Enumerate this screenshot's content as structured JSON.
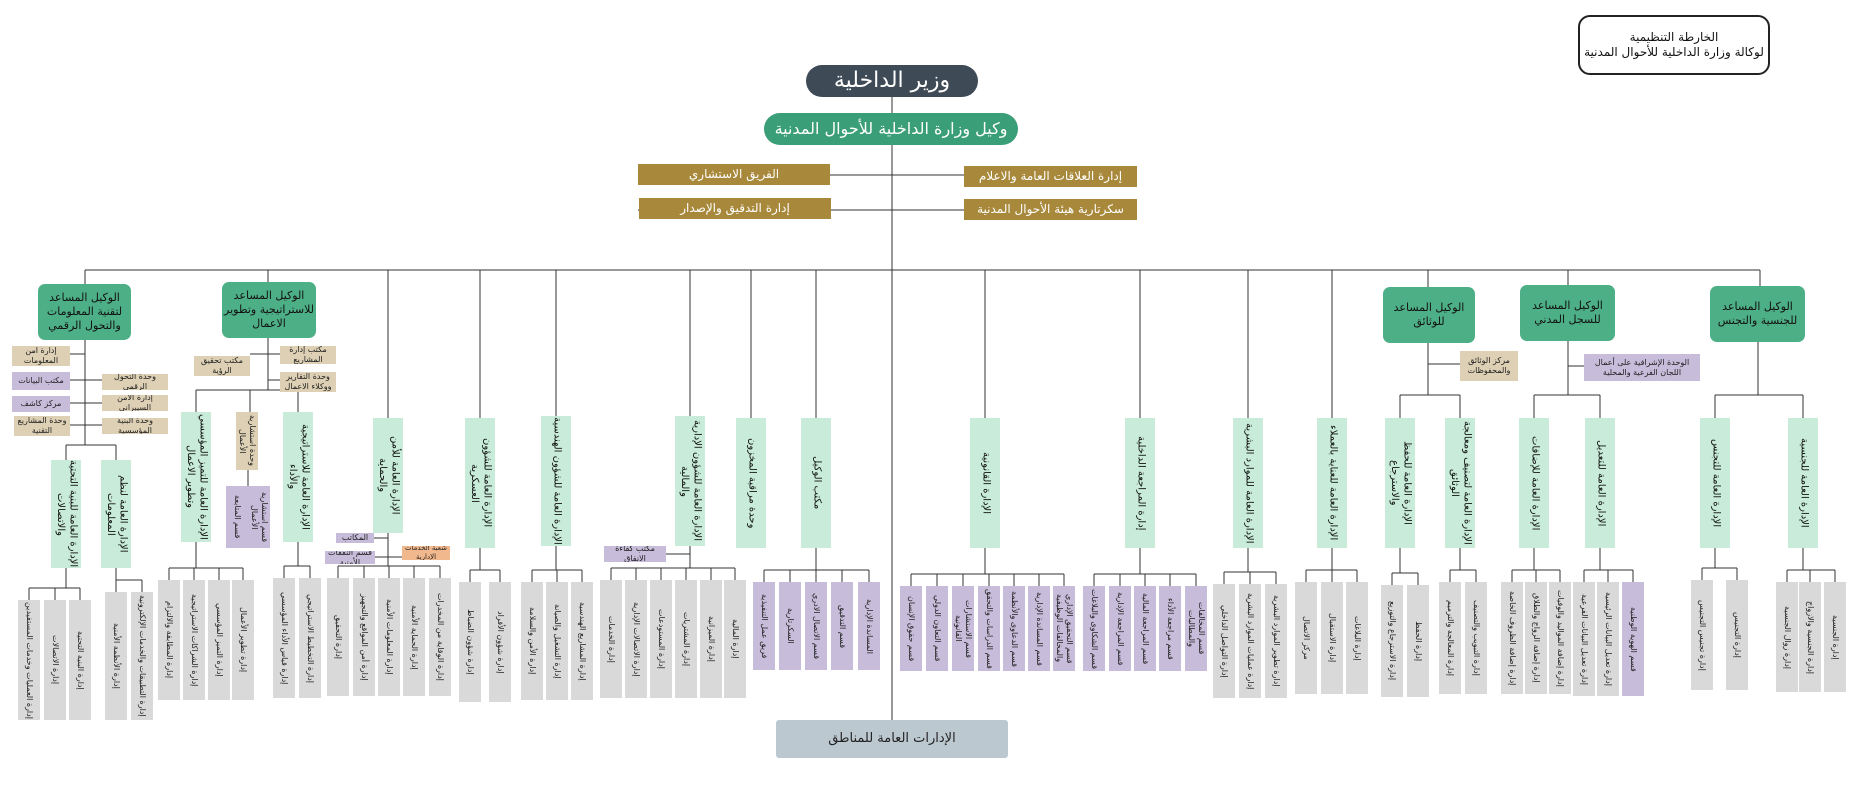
{
  "title_box": {
    "line1": "الخارطة التنظيمية",
    "line2": "لوكالة وزارة الداخلية للأحوال المدنية"
  },
  "minister": "وزير الداخلية",
  "undersecretary": "وكيل وزارة الداخلية للأحوال المدنية",
  "advisory": {
    "right_top": "إدارة العلاقات العامة والاعلام",
    "left_top": "الفريق الاستشاري",
    "right_bottom": "سكرتارية هيئة الأحوال المدنية",
    "left_bottom": "إدارة التدقيق والإصدار"
  },
  "agents": {
    "nationality": "الوكيل المساعد للجنسية والتجنس",
    "civil_registry": "الوكيل المساعد للسجل المدني",
    "documents": "الوكيل المساعد للوثائق",
    "strategy": "الوكيل المساعد للاستراتيجية وتطوير الاعمال",
    "it": "الوكيل المساعد لتقنية المعلومات والتحول الرقمي"
  },
  "units": {
    "supervisory_unit": "الوحدة الإشرافية على أعمال اللجان الفرعية والمحلية",
    "documents_center": "مركز الوثائق والمحفوظات"
  },
  "strategy_units": [
    "مكتب إدارة المشاريع",
    "مكتب تحقيق الرؤية",
    "وحدة التقارير ووكلاء الاعمال"
  ],
  "it_units": [
    "إدارة امن المعلومات",
    "مكتب البيانات",
    "وحدة التحول الرقمي",
    "مركز كاشف",
    "إدارة الأمن السيبراني",
    "وحدة المشاريع التقنية",
    "وحدة البنية المؤسسية"
  ],
  "directorates": {
    "nat1": "الإدارة العامة للجنسية",
    "nat2": "الإدارة العامة للتجنس",
    "civ1": "الإدارة العامة للتعديل",
    "civ2": "الإدارة العامة للإضافات",
    "doc1": "الإدارة العامة لتصنيف ومعالجة الوثائق",
    "doc2": "الإدارة العامة للحفظ والاسترجاع",
    "c1": "الإدارة العامة للعناية بالعملاء",
    "c2": "الإدارة العامة للموارد البشرية",
    "c3": "إدارة المراجعة الداخلية",
    "c4": "الإدارة القانونية",
    "c5": "مكتب الوكيل",
    "c6": "وحدة مراقبة المخزون",
    "c7": "الإدارة العامة للشؤون الإدارية والمالية",
    "c8": "الإدارة العامة للشؤون الهندسية",
    "c9": "الإدارة العامة للشؤون العسكرية",
    "c10": "الإدارة العامة للأمن والحماية",
    "s1": "الإدارة العامة للاستراتيجية والأداء",
    "s2": "الإدارة العامة للتميز المؤسسي وتطوير الاعمال",
    "it1": "الإدارة العامة لنظم المعلومات",
    "it2": "الإدارة العامة للبنية التحتية والاتصالات"
  },
  "small": {
    "s1a": "قسم المتابعة",
    "s1b": "قسم استشارية الأعمال",
    "s2v": "وحدة استشارية الأعمال",
    "sec_aux": "المكاتب",
    "sec_aux2": "شعبة الخدمات الإدارية",
    "sec_aux3": "قسم النفقات الأمنية",
    "fin_aux": "مكتب كفاءة الانفاق"
  },
  "leaves": {
    "nat1": [
      "إدارة الجنسية",
      "إدارة الجنسية والازواج",
      "إدارة زوال الجنسية"
    ],
    "nat2": [
      "إدارة التجنيس",
      "إدارة تجنيس التجنيس"
    ],
    "civ1": [
      "قسم الهوية الوطنية",
      "إدارة تعديل البيانات الرئيسية",
      "إدارة تعديل البيانات الفرعية"
    ],
    "civ2": [
      "إدارة إضافة المواليد والوفيات",
      "إدارة إضافة الزواج والطلاق",
      "إدارة إضافة الظروف الخاصة"
    ],
    "doc1": [
      "إدارة التبويب والتصنيف",
      "إدارة المعالجة والترميم"
    ],
    "doc2": [
      "إدارة الحفظ",
      "إدارة الاسترجاع والتوزيع"
    ],
    "c1": [
      "إدارة البلاغات",
      "إدارة الاستقبال",
      "مركز الاتصال"
    ],
    "c2": [
      "إدارة تطوير الموارد البشرية",
      "إدارة عمليات الموارد البشرية",
      "إدارة التواصل الداخلي"
    ],
    "c3": [
      "قسم المخالفات والمطالبات",
      "قسم مراجعة الأداء",
      "قسم المراجعة المالية",
      "قسم المراجعة الإدارية",
      "قسم الشكاوى والبلاغات"
    ],
    "c4": [
      "قسم التحقيق الإداري والمخالفات الوظيفية",
      "قسم المساندة الإدارية",
      "قسم الدعاوى والأنظمة",
      "قسم الدراسات والتحقق",
      "قسم الاستشارات القانونية",
      "قسم التعاون الدولي",
      "قسم حقوق الإنسان"
    ],
    "c5": [
      "المساندة الإدارية",
      "قسم التدقيق",
      "قسم الاتصال الادري",
      "السكرتارية",
      "فريق عمل التنفيذية"
    ],
    "c7": [
      "إدارة المالية",
      "إدارة الميزانية",
      "إدارة المشتريات",
      "إدارة المستودعات",
      "إدارة الاتصالات الإدارية",
      "إدارة الخدمات"
    ],
    "c8": [
      "إدارة المشاريع الهندسية",
      "إدارة التشغيل والصيانة",
      "إدارة الأمن والسلامة"
    ],
    "c9": [
      "إدارة شؤون الأفراد",
      "إدارة شؤون الضباط"
    ],
    "c10": [
      "إدارة الوقاية من المخدرات",
      "إدارة الحماية الأمنية",
      "إدارة المعلومات الأمنية",
      "إدارة أمن المواقع والتجهيز",
      "إدارة التحقيق"
    ],
    "s1": [
      "إدارة التخطيط الاستراتيجي",
      "إدارة قياس الأداء المؤسسي"
    ],
    "s2": [
      "إدارة تطوير الأعمال",
      "إدارة التميز المؤسسي",
      "إدارة الشراكات الاستراتيجية",
      "إدارة المطابقة والالتزام"
    ],
    "it1": [
      "إدارة التطبيقات والخدمات الإلكترونية",
      "إدارة الأنظمة الأمنية"
    ],
    "it2": [
      "إدارة البنية التحتية",
      "إدارة الاتصالات",
      "إدارة العمليات وخدمات المستفيدين"
    ]
  },
  "regions": "الإدارات العامة للمناطق"
}
